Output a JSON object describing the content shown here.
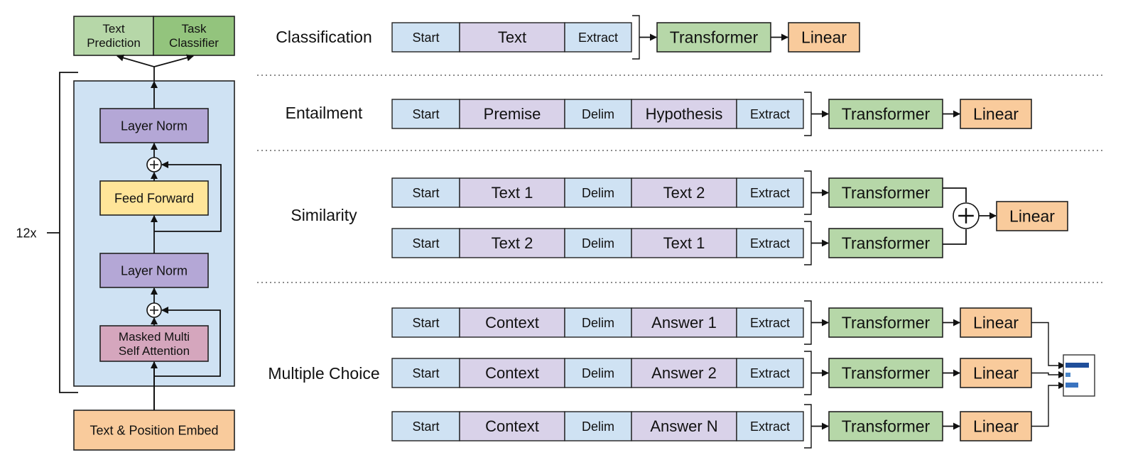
{
  "architecture": {
    "outputs": [
      "Text\nPrediction",
      "Task\nClassifier"
    ],
    "repeat_label": "12x",
    "layers": [
      "Layer Norm",
      "Feed Forward",
      "Layer Norm",
      "Masked Multi\nSelf Attention"
    ],
    "embed": "Text & Position Embed"
  },
  "colors": {
    "start_extract": "#cfe2f3",
    "content": "#d9d2e9",
    "transformer": "#b6d7a8",
    "linear": "#f9cb9c",
    "layer_norm": "#b4a7d6",
    "feed_forward": "#ffe599",
    "attention": "#d5a6bd",
    "block_bg": "#cfe2f3",
    "text_prediction": "#b6d7a8",
    "task_classifier": "#93c47d"
  },
  "tasks": [
    {
      "name": "Classification",
      "rows": [
        {
          "segments": [
            "Start",
            "Text",
            "Extract"
          ],
          "heads": [
            "Transformer",
            "Linear"
          ]
        }
      ]
    },
    {
      "name": "Entailment",
      "rows": [
        {
          "segments": [
            "Start",
            "Premise",
            "Delim",
            "Hypothesis",
            "Extract"
          ],
          "heads": [
            "Transformer",
            "Linear"
          ]
        }
      ]
    },
    {
      "name": "Similarity",
      "rows": [
        {
          "segments": [
            "Start",
            "Text 1",
            "Delim",
            "Text 2",
            "Extract"
          ],
          "heads": [
            "Transformer"
          ]
        },
        {
          "segments": [
            "Start",
            "Text 2",
            "Delim",
            "Text 1",
            "Extract"
          ],
          "heads": [
            "Transformer"
          ]
        }
      ],
      "combine": "+",
      "final": "Linear"
    },
    {
      "name": "Multiple Choice",
      "rows": [
        {
          "segments": [
            "Start",
            "Context",
            "Delim",
            "Answer 1",
            "Extract"
          ],
          "heads": [
            "Transformer",
            "Linear"
          ]
        },
        {
          "segments": [
            "Start",
            "Context",
            "Delim",
            "Answer 2",
            "Extract"
          ],
          "heads": [
            "Transformer",
            "Linear"
          ]
        },
        {
          "segments": [
            "Start",
            "Context",
            "Delim",
            "Answer N",
            "Extract"
          ],
          "heads": [
            "Transformer",
            "Linear"
          ]
        }
      ],
      "final_icon": "softmax-bars-icon"
    }
  ]
}
